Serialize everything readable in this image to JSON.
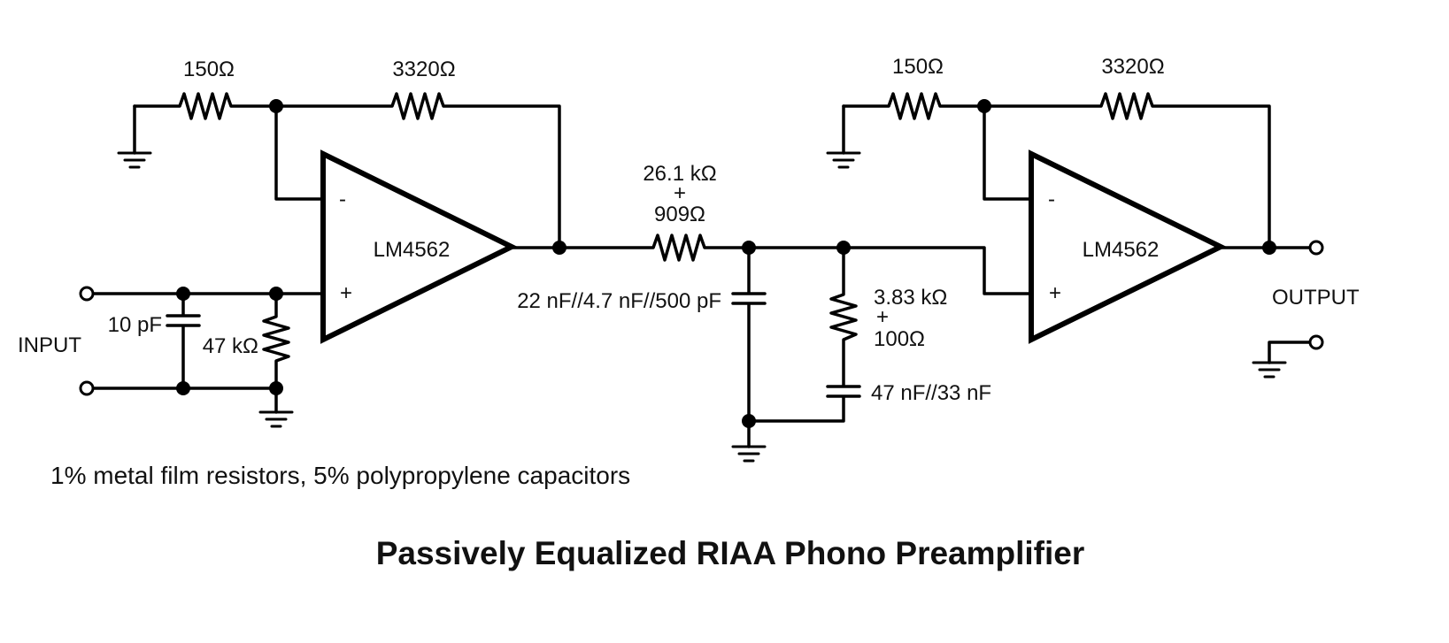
{
  "title": "Passively Equalized RIAA Phono Preamplifier",
  "note": "1% metal film resistors, 5% polypropylene capacitors",
  "io": {
    "input": "INPUT",
    "output": "OUTPUT"
  },
  "stage1": {
    "opamp": "LM4562",
    "r_ground": "150Ω",
    "r_feedback": "3320Ω",
    "minus": "-",
    "plus": "+"
  },
  "input_network": {
    "cap": "10 pF",
    "res": "47 kΩ"
  },
  "equalizer": {
    "r_series_1": "26.1 kΩ",
    "r_series_plus": "+",
    "r_series_2": "909Ω",
    "cap_shunt": "22 nF//4.7 nF//500 pF",
    "r_shunt_1": "3.83 kΩ",
    "r_shunt_plus": "+",
    "r_shunt_2": "100Ω",
    "cap_shunt_2": "47 nF//33 nF"
  },
  "stage2": {
    "opamp": "LM4562",
    "r_ground": "150Ω",
    "r_feedback": "3320Ω",
    "minus": "-",
    "plus": "+"
  }
}
